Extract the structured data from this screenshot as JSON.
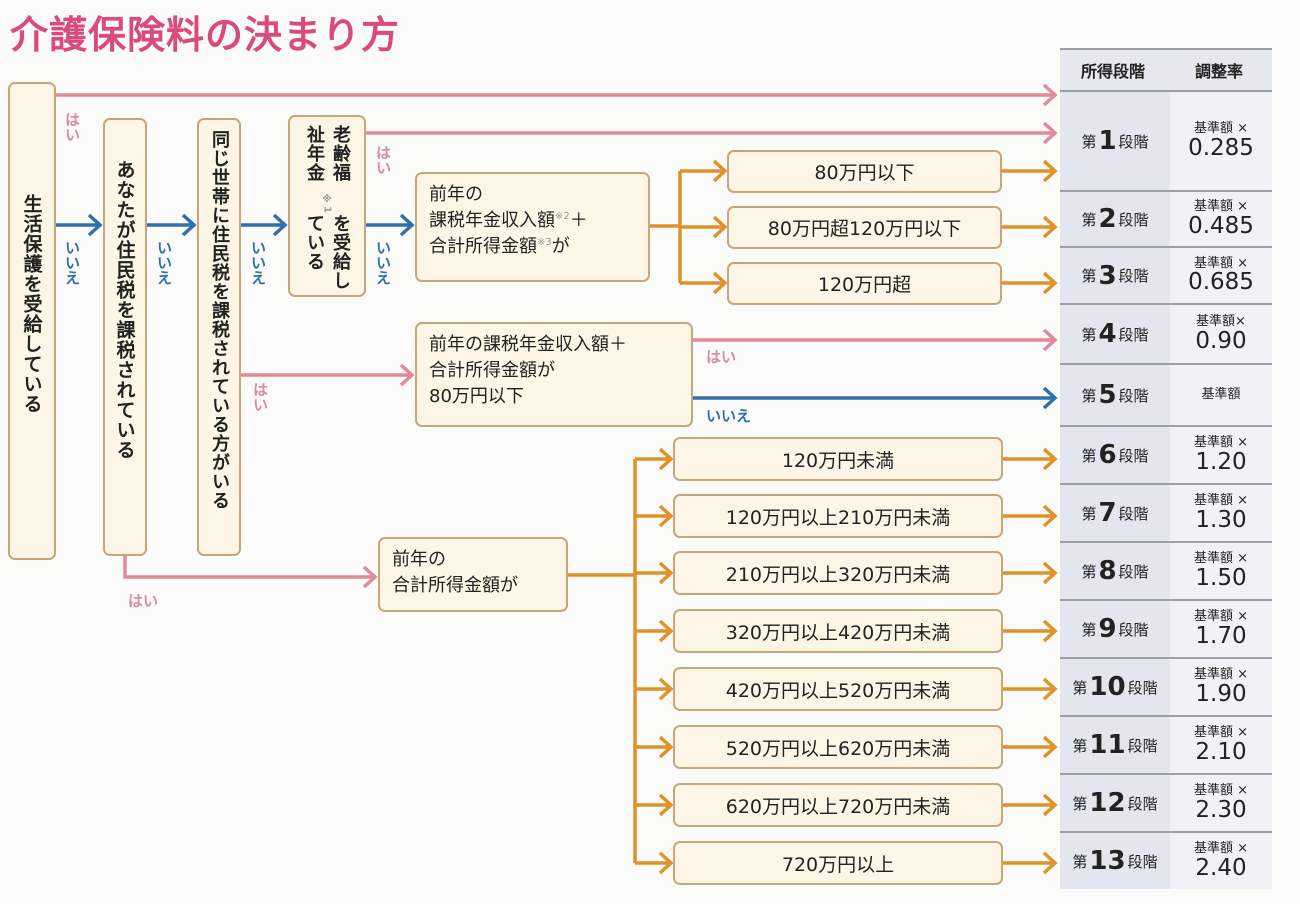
{
  "title": "介護保険料の決まり方",
  "colors": {
    "yes": "#e08a9a",
    "no": "#2f6fae",
    "branch": "#e0912b",
    "title": "#d94a7e"
  },
  "labels": {
    "yes": "はい",
    "no": "いいえ"
  },
  "questions": {
    "welfare": "生活保護を受給している",
    "self_taxed": "あなたが住民税を課税されている",
    "household_taxed": "同じ世帯に住民税を課税されている方がいる",
    "pension_a": "老齢福祉年金",
    "pension_note": "※1",
    "pension_b": "を受給している",
    "income_nontaxed": {
      "line1": "前年の",
      "line2": "課税年金収入額",
      "note2": "※2",
      "plus": "＋",
      "line3": "合計所得金額",
      "note3": "※3",
      "line3b": "が"
    },
    "income_household": {
      "line1": "前年の課税年金収入額＋",
      "line2": "合計所得金額が",
      "line3": "80万円以下"
    },
    "income_taxed": {
      "line1": "前年の",
      "line2": "合計所得金額が"
    }
  },
  "ranges_low": [
    "80万円以下",
    "80万円超120万円以下",
    "120万円超"
  ],
  "ranges_high": [
    "120万円未満",
    "120万円以上210万円未満",
    "210万円以上320万円未満",
    "320万円以上420万円未満",
    "420万円以上520万円未満",
    "520万円以上620万円未満",
    "620万円以上720万円未満",
    "720万円以上"
  ],
  "table": {
    "headers": [
      "所得段階",
      "調整率"
    ],
    "prefix": "第",
    "suffix": "段階",
    "rows": [
      {
        "stage": "1",
        "rate_prefix": "基準額 ×",
        "rate": "0.285"
      },
      {
        "stage": "2",
        "rate_prefix": "基準額 ×",
        "rate": "0.485"
      },
      {
        "stage": "3",
        "rate_prefix": "基準額 ×",
        "rate": "0.685"
      },
      {
        "stage": "4",
        "rate_prefix": "基準額×",
        "rate": "0.90"
      },
      {
        "stage": "5",
        "rate_prefix": "基準額",
        "rate": ""
      },
      {
        "stage": "6",
        "rate_prefix": "基準額 ×",
        "rate": "1.20"
      },
      {
        "stage": "7",
        "rate_prefix": "基準額 ×",
        "rate": "1.30"
      },
      {
        "stage": "8",
        "rate_prefix": "基準額 ×",
        "rate": "1.50"
      },
      {
        "stage": "9",
        "rate_prefix": "基準額 ×",
        "rate": "1.70"
      },
      {
        "stage": "10",
        "rate_prefix": "基準額 ×",
        "rate": "1.90"
      },
      {
        "stage": "11",
        "rate_prefix": "基準額 ×",
        "rate": "2.10"
      },
      {
        "stage": "12",
        "rate_prefix": "基準額 ×",
        "rate": "2.30"
      },
      {
        "stage": "13",
        "rate_prefix": "基準額 ×",
        "rate": "2.40"
      }
    ]
  }
}
